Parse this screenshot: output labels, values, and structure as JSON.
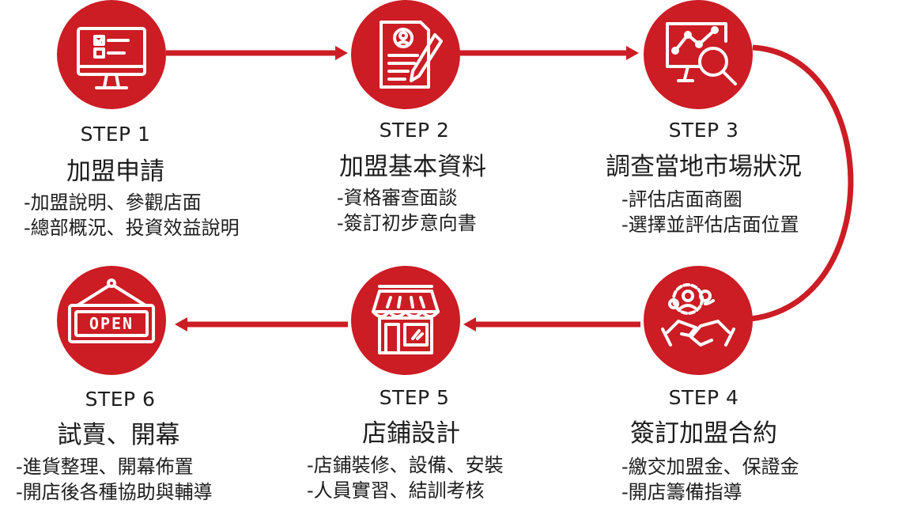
{
  "colors": {
    "accent": "#cc1c24",
    "text": "#1d1d1d",
    "icon": "#ffffff"
  },
  "steps": [
    {
      "label": "STEP 1",
      "title": "加盟申請",
      "items": [
        "-加盟說明、參觀店面",
        "-總部概況、投資效益說明"
      ],
      "icon": "computer-checklist-icon"
    },
    {
      "label": "STEP 2",
      "title": "加盟基本資料",
      "items": [
        "-資格審查面談",
        "-簽訂初步意向書"
      ],
      "icon": "document-pen-icon"
    },
    {
      "label": "STEP 3",
      "title": "調查當地市場狀況",
      "items": [
        "-評估店面商圈",
        "-選擇並評估店面位置"
      ],
      "icon": "chart-magnifier-icon"
    },
    {
      "label": "STEP 4",
      "title": "簽訂加盟合約",
      "items": [
        "-繳交加盟金、保證金",
        "-開店籌備指導"
      ],
      "icon": "handshake-team-icon"
    },
    {
      "label": "STEP 5",
      "title": "店鋪設計",
      "items": [
        "-店鋪裝修、設備、安裝",
        "-人員實習、結訓考核"
      ],
      "icon": "storefront-icon"
    },
    {
      "label": "STEP 6",
      "title": "試賣、開幕",
      "items": [
        "-進貨整理、開幕佈置",
        "-開店後各種協助與輔導"
      ],
      "icon": "open-sign-icon",
      "sign_text": "OPEN"
    }
  ]
}
